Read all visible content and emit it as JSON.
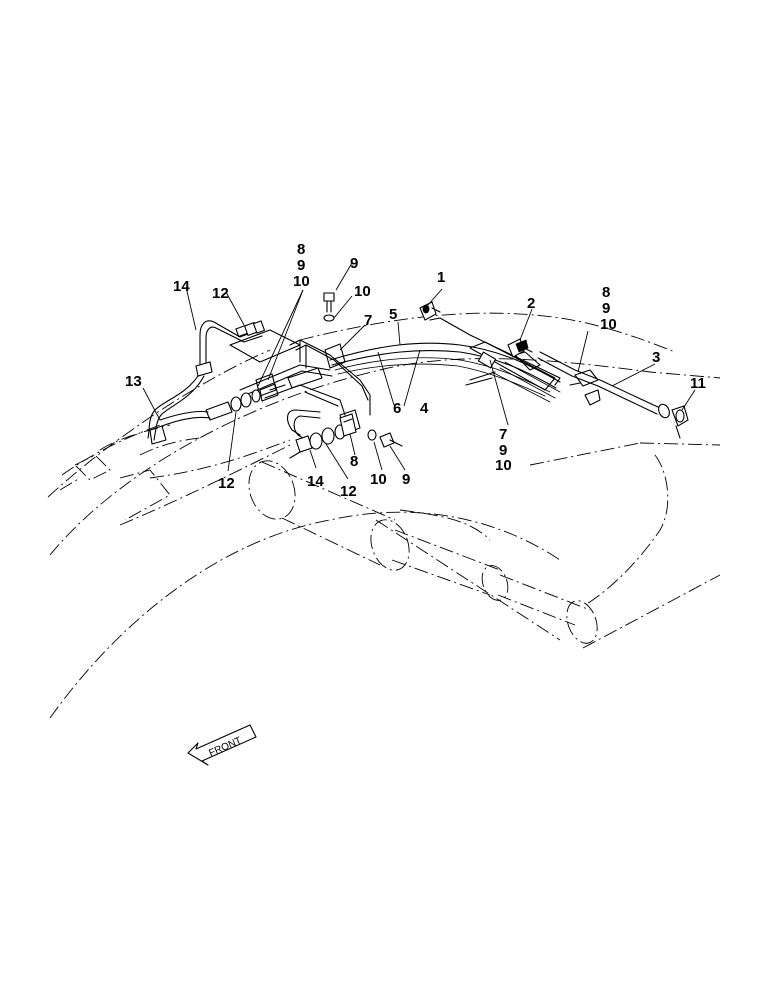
{
  "callouts": [
    {
      "id": "c1",
      "text": "1"
    },
    {
      "id": "c2",
      "text": "2"
    },
    {
      "id": "c3",
      "text": "3"
    },
    {
      "id": "c4",
      "text": "4"
    },
    {
      "id": "c5",
      "text": "5"
    },
    {
      "id": "c6",
      "text": "6"
    },
    {
      "id": "c7a",
      "text": "7"
    },
    {
      "id": "c7b",
      "text": "7"
    },
    {
      "id": "c8a",
      "text": "8"
    },
    {
      "id": "c9a",
      "text": "9"
    },
    {
      "id": "c10a",
      "text": "10"
    },
    {
      "id": "c9b",
      "text": "9"
    },
    {
      "id": "c10b",
      "text": "10"
    },
    {
      "id": "c8b",
      "text": "8"
    },
    {
      "id": "c9c",
      "text": "9"
    },
    {
      "id": "c10c",
      "text": "10"
    },
    {
      "id": "c9d",
      "text": "9"
    },
    {
      "id": "c10d",
      "text": "10"
    },
    {
      "id": "c8c",
      "text": "8"
    },
    {
      "id": "c11",
      "text": "11"
    },
    {
      "id": "c12a",
      "text": "12"
    },
    {
      "id": "c12b",
      "text": "12"
    },
    {
      "id": "c12c",
      "text": "12"
    },
    {
      "id": "c13",
      "text": "13"
    },
    {
      "id": "c14a",
      "text": "14"
    },
    {
      "id": "c14b",
      "text": "14"
    },
    {
      "id": "c10e",
      "text": "10"
    },
    {
      "id": "c9e",
      "text": "9"
    }
  ],
  "front_arrow": {
    "text": "FRONT"
  },
  "colors": {
    "line": "#000000",
    "background": "#ffffff"
  }
}
